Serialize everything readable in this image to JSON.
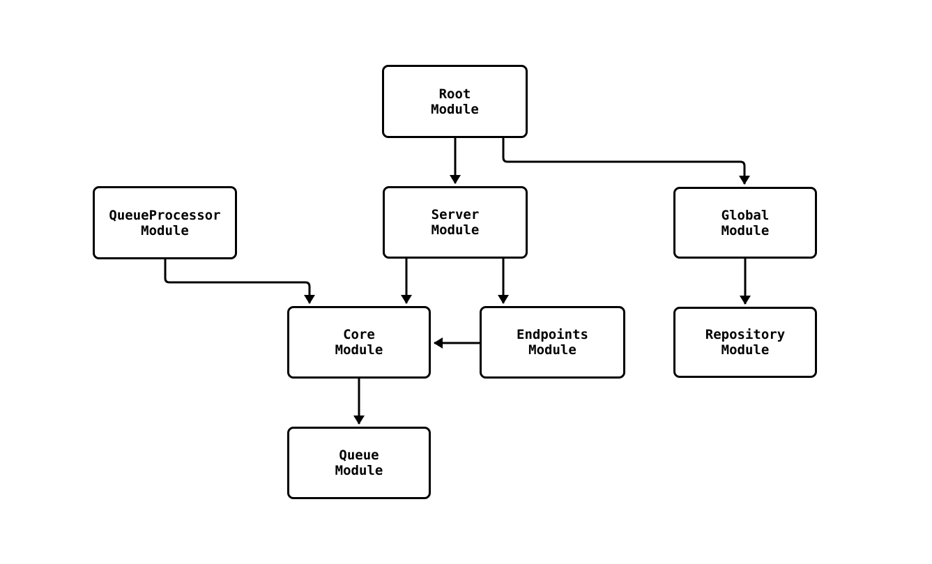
{
  "diagram": {
    "type": "module-dependency-flowchart",
    "background_color": "#ffffff",
    "stroke_color": "#000000",
    "node_fill_color": "#ffffff",
    "text_color": "#000000"
  },
  "nodes": [
    {
      "id": "root",
      "line1": "Root",
      "line2": "Module"
    },
    {
      "id": "queueprocessor",
      "line1": "QueueProcessor",
      "line2": "Module"
    },
    {
      "id": "server",
      "line1": "Server",
      "line2": "Module"
    },
    {
      "id": "global",
      "line1": "Global",
      "line2": "Module"
    },
    {
      "id": "core",
      "line1": "Core",
      "line2": "Module"
    },
    {
      "id": "endpoints",
      "line1": "Endpoints",
      "line2": "Module"
    },
    {
      "id": "repository",
      "line1": "Repository",
      "line2": "Module"
    },
    {
      "id": "queue",
      "line1": "Queue",
      "line2": "Module"
    }
  ],
  "edges": [
    {
      "from": "Root Module",
      "to": "Server Module"
    },
    {
      "from": "Root Module",
      "to": "Global Module"
    },
    {
      "from": "QueueProcessor Module",
      "to": "Core Module"
    },
    {
      "from": "Server Module",
      "to": "Core Module"
    },
    {
      "from": "Server Module",
      "to": "Endpoints Module"
    },
    {
      "from": "Endpoints Module",
      "to": "Core Module"
    },
    {
      "from": "Global Module",
      "to": "Repository Module"
    },
    {
      "from": "Core Module",
      "to": "Queue Module"
    }
  ]
}
